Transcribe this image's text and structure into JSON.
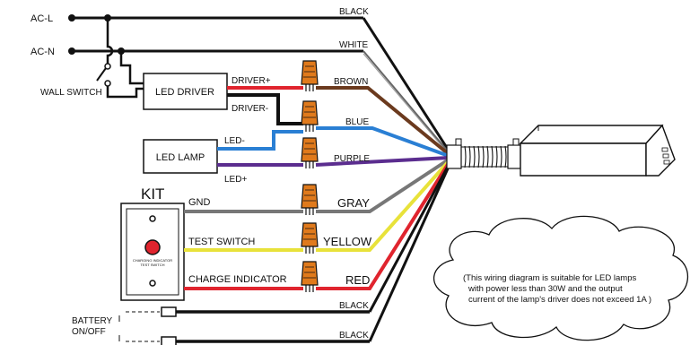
{
  "terminals": {
    "ac_l": "AC-L",
    "ac_n": "AC-N",
    "wall_switch": "WALL  SWITCH"
  },
  "driver": {
    "box_label": "LED DRIVER",
    "plus": "DRIVER+",
    "minus": "DRIVER-"
  },
  "lamp": {
    "box_label": "LED LAMP",
    "minus": "LED-",
    "plus": "LED+"
  },
  "kit": {
    "title": "KIT",
    "panel_text_1": "CHARGING INDICATOR",
    "panel_text_2": "TEST SWITCH",
    "gnd": "GND",
    "test_switch": "TEST SWITCH",
    "charge_indicator": "CHARGE INDICATOR"
  },
  "battery": {
    "line1": "BATTERY",
    "line2": "ON/OFF"
  },
  "wires": {
    "black_top": "BLACK",
    "white": "WHITE",
    "brown": "BROWN",
    "blue": "BLUE",
    "purple": "PURPLE",
    "gray": "GRAY",
    "yellow": "YELLOW",
    "red": "RED",
    "black_1": "BLACK",
    "black_2": "BLACK"
  },
  "note": {
    "line1": "(This wiring diagram is suitable for LED lamps",
    "line2": "with power less than 30W and the output",
    "line3": "current of the lamp's driver does not exceed 1A )"
  },
  "colors": {
    "black": "#111111",
    "white_wire": "#888888",
    "brown": "#6b3a1e",
    "blue": "#2a7fd4",
    "purple": "#5b2d8f",
    "gray": "#777777",
    "yellow": "#e8e23a",
    "red": "#e0242e",
    "connector": "#e07a1c"
  }
}
